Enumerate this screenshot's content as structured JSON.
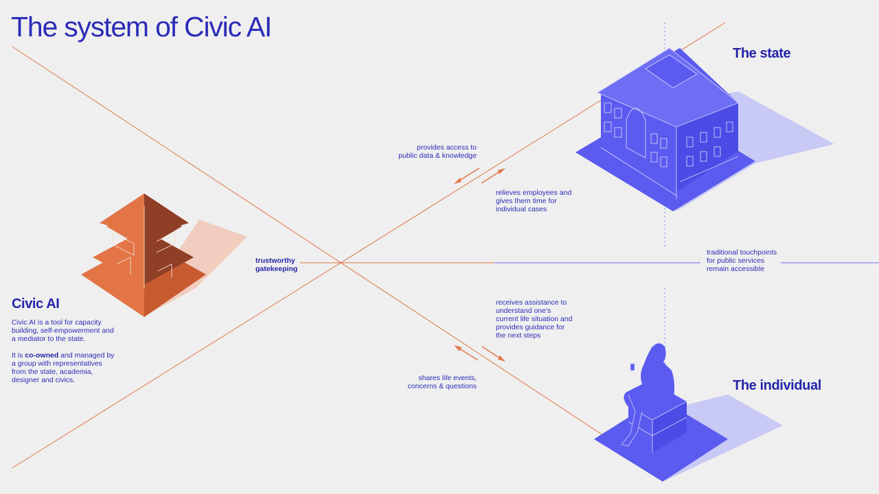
{
  "title": "The system of Civic AI",
  "colors": {
    "accent_blue": "#5b5bf0",
    "text_blue": "#2b2bb8",
    "orange": "#e27445",
    "dark_orange": "#8f3f25",
    "line_orange": "#e2764a",
    "shadow_blue": "#c9c9f5",
    "shadow_orange": "#f0cdbf",
    "background": "#efefef"
  },
  "nodes": {
    "state": {
      "label": "The state",
      "icon": "building-icon"
    },
    "individual": {
      "label": "The individual",
      "icon": "person-seated-icon"
    },
    "civic_ai": {
      "label": "Civic AI",
      "icon": "pagoda-icon",
      "description": "Civic AI is a tool for capacity building, self-empowerment and a mediator to the state.",
      "desc_prefix": "It is ",
      "desc_bold": "co-owned",
      "desc_suffix": " and managed by a group with representatives from the state, academia, designer and civics."
    }
  },
  "flows": {
    "state_to_ai": [
      "provides access to",
      "public data & knowledge"
    ],
    "ai_to_state": [
      "relieves employees and",
      "gives them time for",
      "individual cases"
    ],
    "ai_to_individual": [
      "receives assistance to",
      "understand one's",
      "current life situation and",
      "provides guidance for",
      "the next steps"
    ],
    "individual_to_ai": [
      "shares life events,",
      "concerns & questions"
    ]
  },
  "gatekeeping": [
    "trustworthy",
    "gatekeeping"
  ],
  "touchpoints": [
    "traditional touchpoints",
    "for public services",
    "remain accessible"
  ]
}
